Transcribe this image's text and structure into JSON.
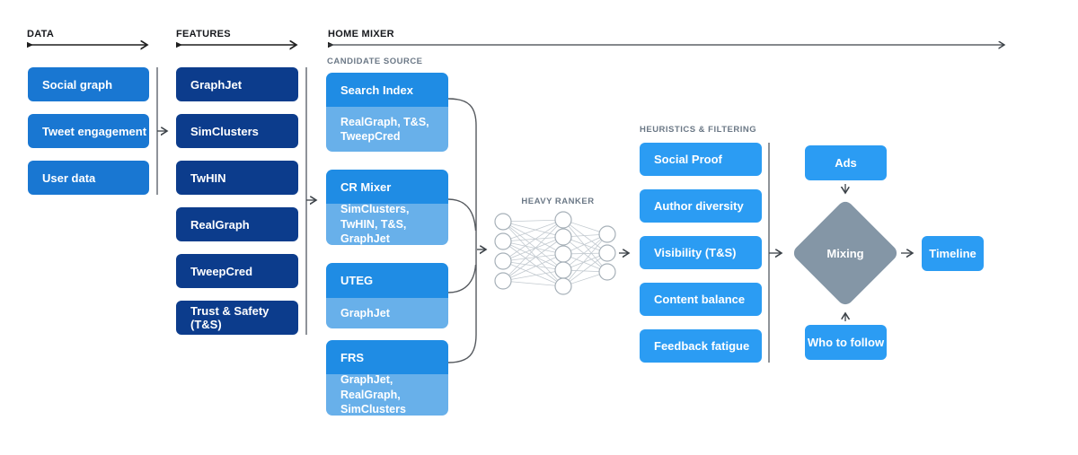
{
  "colors": {
    "data_box_blue": "#1977d2",
    "feature_box_navy": "#0c3c8c",
    "candidate_header_blue": "#1f8ce4",
    "candidate_body_blue": "#68b0ea",
    "bright_blue": "#2b9cf3",
    "mixing_diamond_gray": "#8496a6",
    "sublabel_gray": "#6b7886",
    "axis_black": "#1f1f1f",
    "connector_gray": "#55595e"
  },
  "columns": {
    "data": {
      "label": "DATA",
      "items": [
        "Social graph",
        "Tweet engagement",
        "User data"
      ]
    },
    "features": {
      "label": "FEATURES",
      "items": [
        "GraphJet",
        "SimClusters",
        "TwHIN",
        "RealGraph",
        "TweepCred",
        "Trust & Safety (T&S)"
      ]
    },
    "home_mixer": {
      "label": "HOME MIXER"
    },
    "candidate_source": {
      "label": "CANDIDATE SOURCE",
      "items": [
        {
          "title": "Search Index",
          "subtitle": "RealGraph, T&S, TweepCred"
        },
        {
          "title": "CR Mixer",
          "subtitle": "SimClusters, TwHIN, T&S, GraphJet"
        },
        {
          "title": "UTEG",
          "subtitle": "GraphJet"
        },
        {
          "title": "FRS",
          "subtitle": "GraphJet, RealGraph, SimClusters"
        }
      ]
    },
    "heavy_ranker": {
      "label": "HEAVY RANKER"
    },
    "heuristics": {
      "label": "HEURISTICS & FILTERING",
      "items": [
        "Social Proof",
        "Author diversity",
        "Visibility (T&S)",
        "Content balance",
        "Feedback fatigue"
      ]
    },
    "mixing": {
      "diamond": "Mixing",
      "ads": "Ads",
      "who_to_follow": "Who to follow",
      "timeline": "Timeline"
    }
  }
}
